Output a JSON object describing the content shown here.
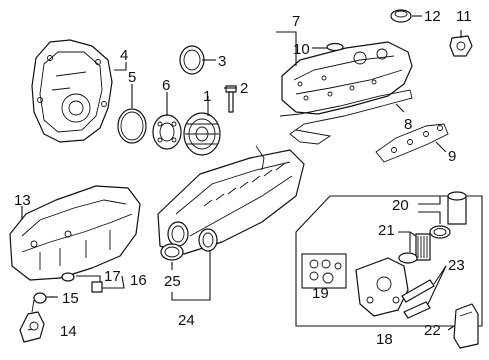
{
  "diagram": {
    "callouts": [
      "1",
      "2",
      "3",
      "4",
      "5",
      "6",
      "7",
      "8",
      "9",
      "10",
      "11",
      "12",
      "13",
      "14",
      "15",
      "16",
      "17",
      "18",
      "19",
      "20",
      "21",
      "22",
      "23",
      "24",
      "25"
    ]
  },
  "colors": {
    "ink": "#111111",
    "background": "#ffffff"
  }
}
